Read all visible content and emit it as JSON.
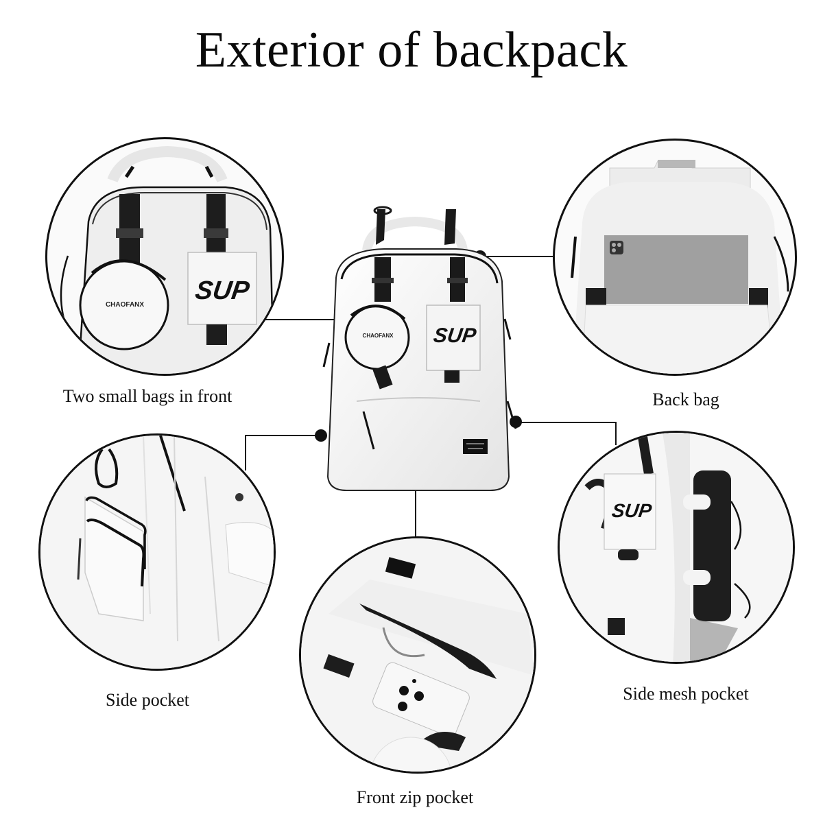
{
  "title": "Exterior of backpack",
  "colors": {
    "line": "#111111",
    "fabric": "#f2f2f2",
    "fabric_shadow": "#d9d9d9",
    "strap": "#1a1a1a",
    "tablet": "#9a9a9a",
    "bottle": "#1e1e1e"
  },
  "main_product": {
    "patch_text": "SUP",
    "round_bag_text": "CHAOFANX"
  },
  "callouts": [
    {
      "id": "two-small-bags",
      "label": "Two small bags in front",
      "patch_text": "SUP",
      "round_bag_text": "CHAOFANX"
    },
    {
      "id": "back-bag",
      "label": "Back bag"
    },
    {
      "id": "side-pocket",
      "label": "Side pocket"
    },
    {
      "id": "side-mesh-pocket",
      "label": "Side mesh pocket",
      "patch_text": "SUP"
    },
    {
      "id": "front-zip-pocket",
      "label": "Front zip pocket"
    }
  ]
}
